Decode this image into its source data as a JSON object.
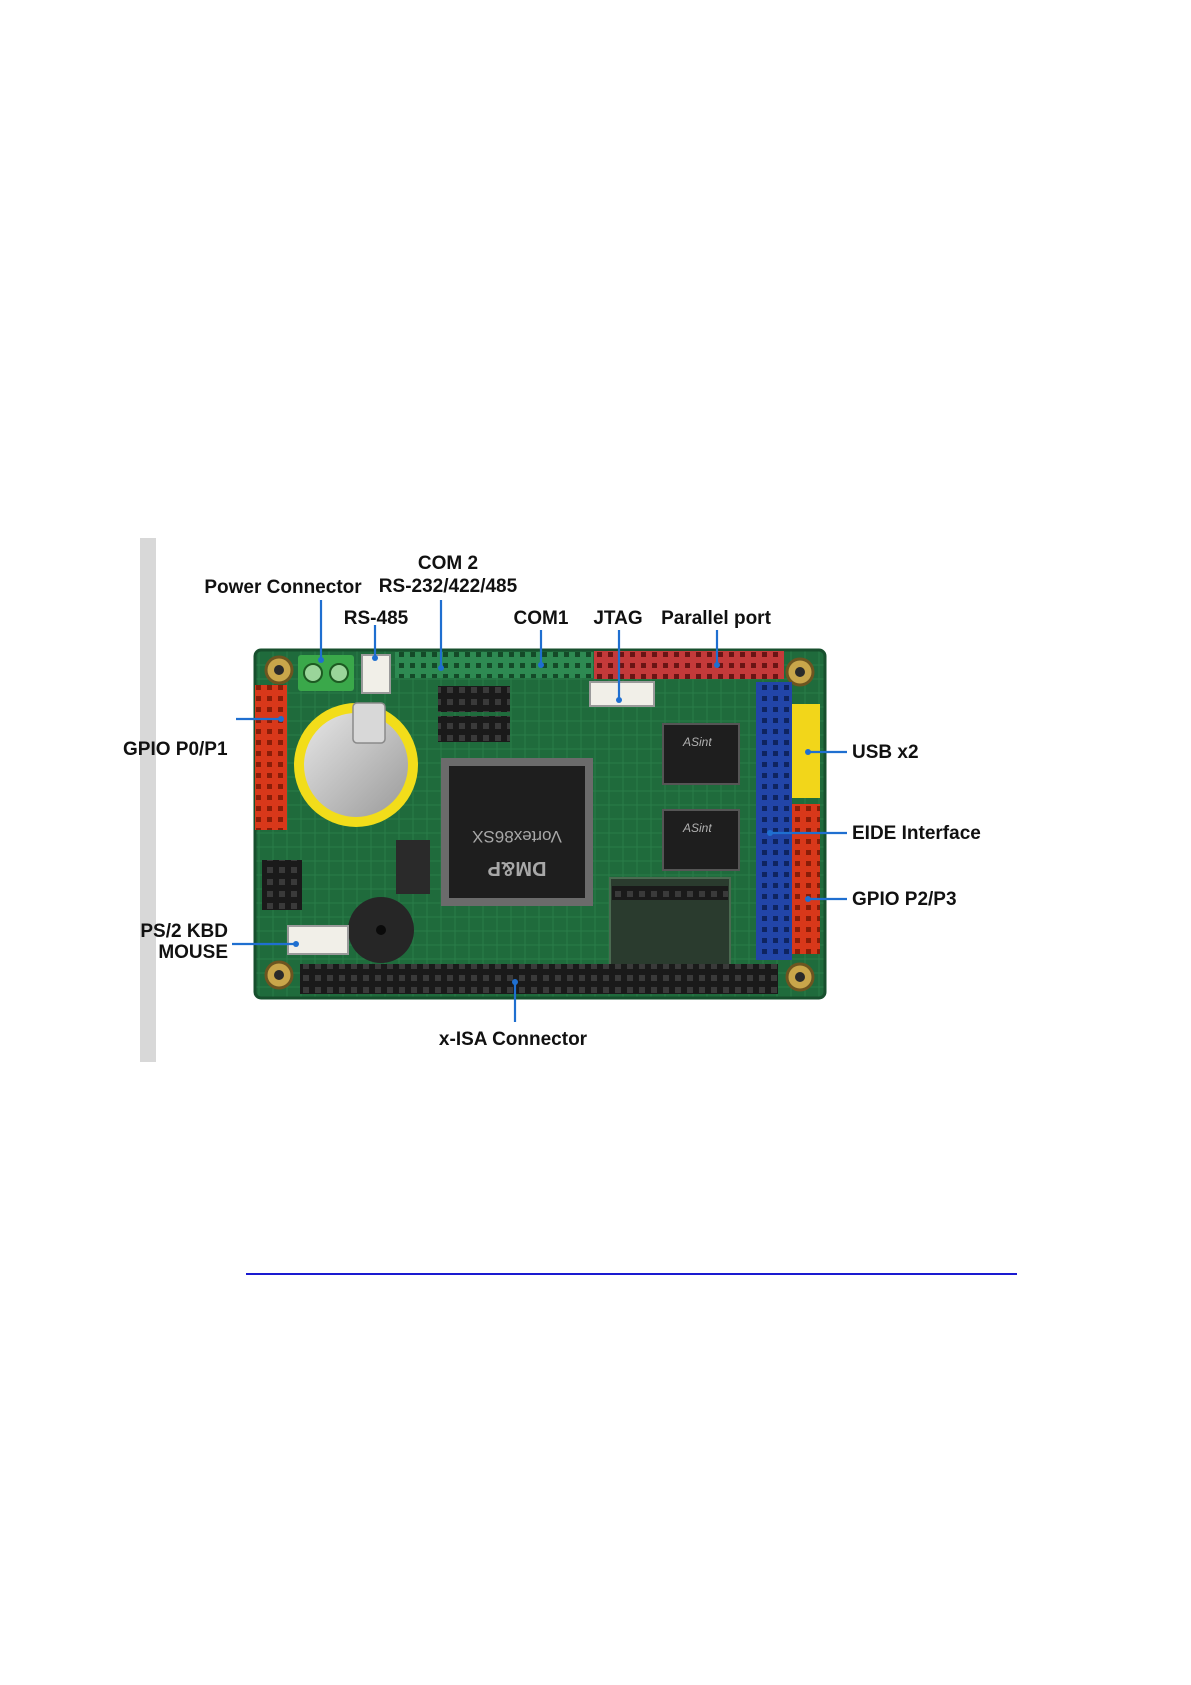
{
  "labels": {
    "power_connector": "Power Connector",
    "com2_line1": "COM 2",
    "com2_line2": "RS-232/422/485",
    "rs485": "RS-485",
    "com1": "COM1",
    "jtag": "JTAG",
    "parallel_port": "Parallel port",
    "gpio_p0_p1": "GPIO P0/P1",
    "usb_x2": "USB x2",
    "eide_interface": "EIDE Interface",
    "gpio_p2_p3": "GPIO P2/P3",
    "ps2_line1": "PS/2 KBD",
    "ps2_line2": "MOUSE",
    "xisa_connector": "x-ISA Connector"
  },
  "chip": {
    "brand": "DM&P",
    "model": "Vortex86SX",
    "bridge_brand": "ASint"
  },
  "colors": {
    "pcb": "#1f6b3c",
    "header_red": "#e8411e",
    "header_blue": "#2245a8",
    "header_yellow": "#f2d61a",
    "header_green": "#2e8a52",
    "leader": "#1f6fd0",
    "rule": "#1a1ad0"
  }
}
